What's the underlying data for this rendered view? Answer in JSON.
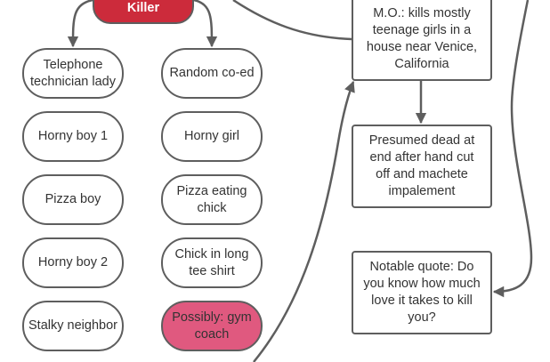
{
  "diagram": {
    "root": {
      "label": "Killer",
      "color": "#cc2b3b"
    },
    "victims_left": [
      "Telephone technician lady",
      "Horny boy 1",
      "Pizza boy",
      "Horny boy 2",
      "Stalky neighbor"
    ],
    "victims_right": [
      "Random co-ed",
      "Horny girl",
      "Pizza eating chick",
      "Chick in long tee shirt",
      "Possibly: gym coach"
    ],
    "highlighted_victim_color": "#e0597f",
    "facts": {
      "mo": "M.O.: kills mostly teenage girls in a house near Venice, California",
      "fate": "Presumed dead at end after hand cut off and machete impalement",
      "quote": "Notable quote: Do you know how much love it takes to kill you?"
    },
    "edge_color": "#5e5e5e"
  }
}
